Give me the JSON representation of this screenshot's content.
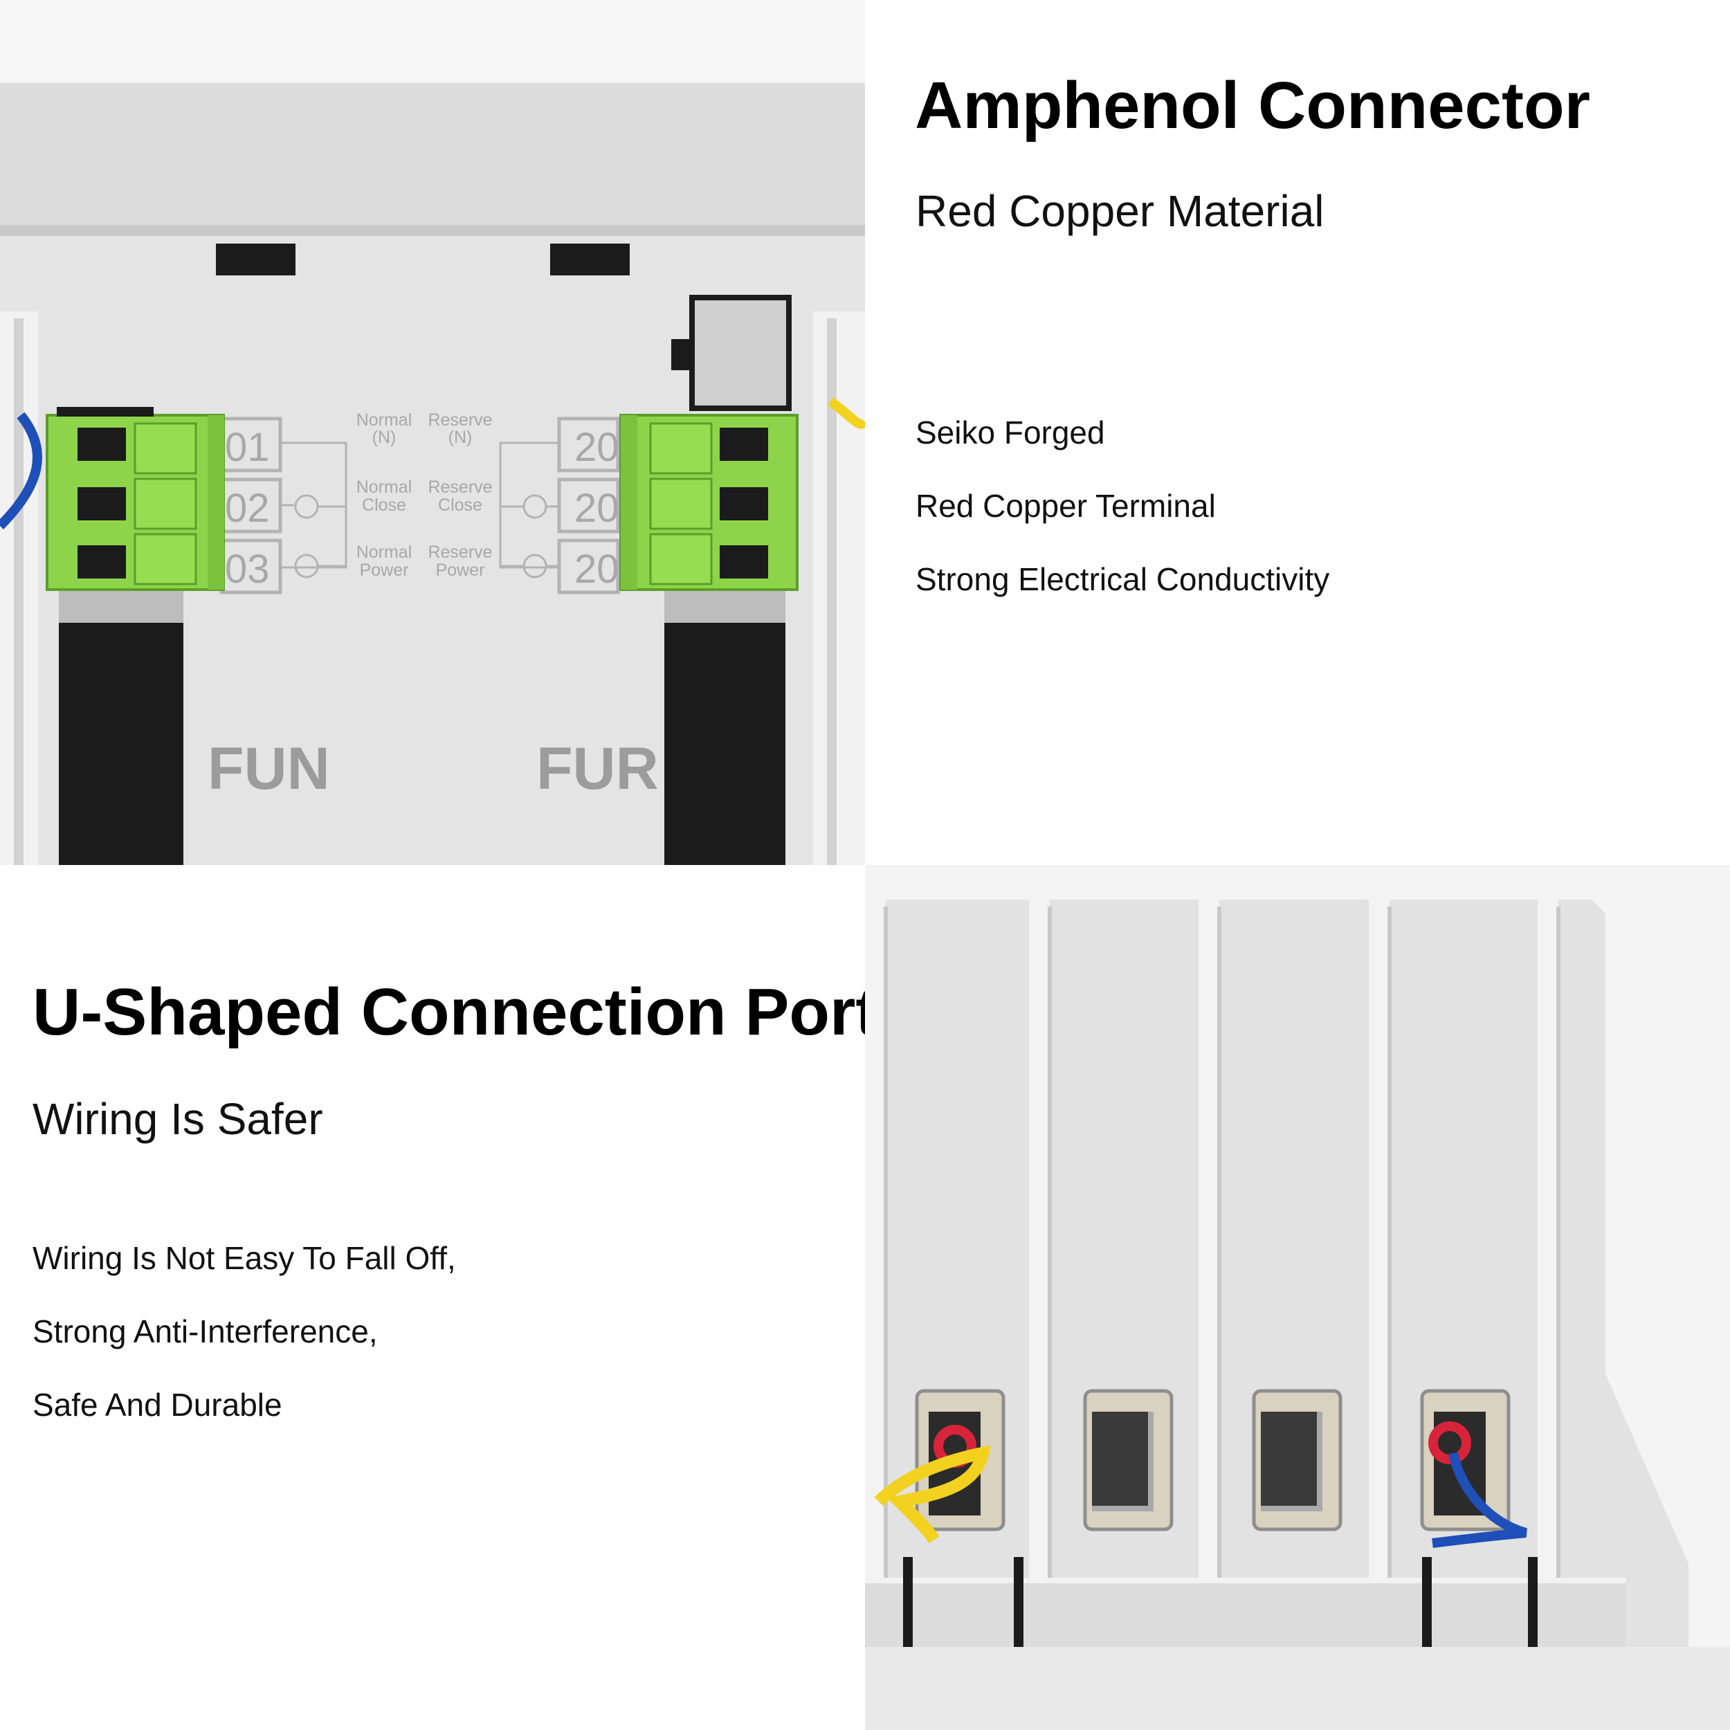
{
  "connector_panel": {
    "title": "Amphenol Connector",
    "subtitle": "Red Copper Material",
    "features": [
      "Seiko Forged",
      "Red Copper Terminal",
      "Strong Electrical Conductivity"
    ]
  },
  "port_panel": {
    "title": "U-Shaped Connection Port",
    "subtitle": "Wiring Is Safer",
    "features": [
      "Wiring Is Not Easy To Fall Off,",
      "Strong Anti-Interference,",
      "Safe And Durable"
    ]
  },
  "device_labels": {
    "left_group": "FUN",
    "right_group": "FUR",
    "terminals_left": [
      "01",
      "02",
      "03"
    ],
    "terminals_right": [
      "20",
      "20",
      "20"
    ],
    "normal_n": [
      "Normal",
      "(N)"
    ],
    "reserve_n": [
      "Reserve",
      "(N)"
    ],
    "normal_close": [
      "Normal",
      "Close"
    ],
    "reserve_close": [
      "Reserve",
      "Close"
    ],
    "normal_power": [
      "Normal",
      "Power"
    ],
    "reserve_power": [
      "Reserve",
      "Power"
    ]
  },
  "colors": {
    "connector_green": "#8dd44a",
    "wire_blue": "#1f4fb8",
    "wire_yellow": "#f2d21e",
    "wire_red_cap": "#d8243a"
  }
}
